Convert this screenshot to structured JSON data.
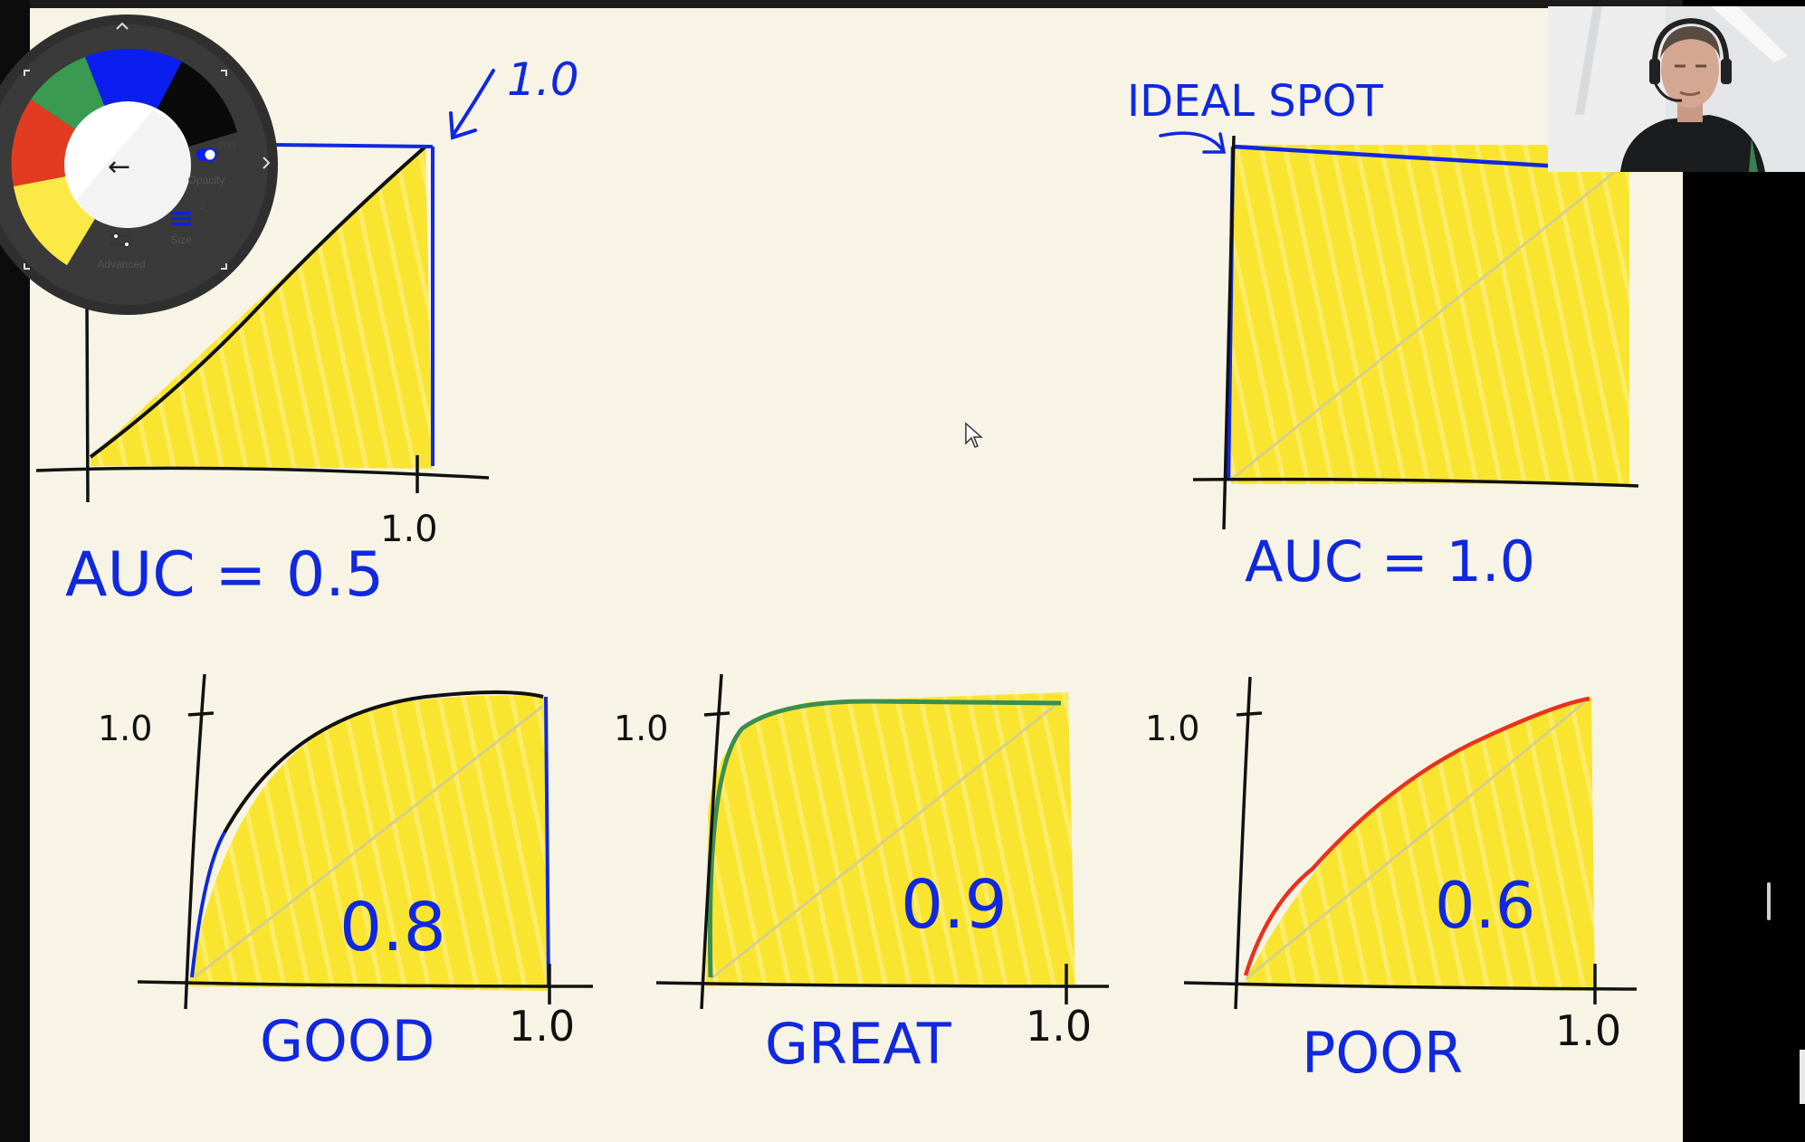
{
  "annotations": {
    "top_left_corner_label": "1.0",
    "top_left_x_tick": "1.0",
    "auc_half": "AUC = 0.5",
    "ideal_spot": "IDEAL SPOT",
    "auc_one": "AUC = 1.0",
    "good": {
      "y_tick": "1.0",
      "x_tick": "1.0",
      "value": "0.8",
      "caption": "GOOD"
    },
    "great": {
      "y_tick": "1.0",
      "x_tick": "1.0",
      "value": "0.9",
      "caption": "GREAT"
    },
    "poor": {
      "y_tick": "1.0",
      "x_tick": "1.0",
      "value": "0.6",
      "caption": "POOR"
    }
  },
  "pen_toolbar": {
    "opacity_label": "Opacity",
    "opacity_value": "100",
    "size_label": "Size",
    "size_value": "2",
    "advanced_label": "Advanced",
    "colors": {
      "blue": "#0a1ef0",
      "black": "#0a0a0a",
      "green": "#3a9a52",
      "red": "#e23b22",
      "yellow": "#fce946"
    }
  },
  "ink_colors": {
    "highlight": "#f9e530",
    "blue_ink": "#1028e0",
    "black_ink": "#111111",
    "green_ink": "#3a8f4f",
    "red_ink": "#e8321c"
  }
}
